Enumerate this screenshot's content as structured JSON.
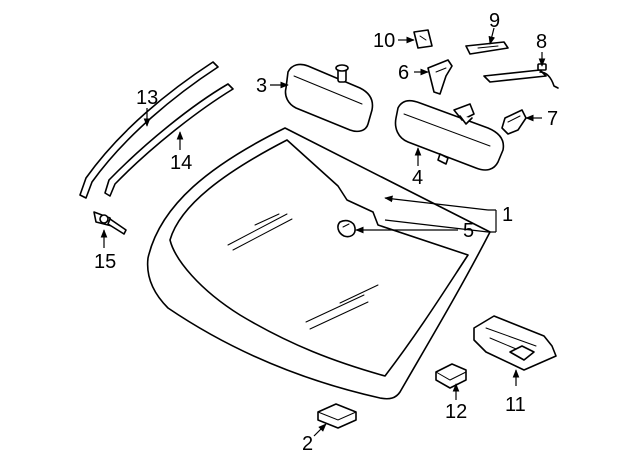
{
  "callouts": [
    {
      "id": "1",
      "label": "1"
    },
    {
      "id": "2",
      "label": "2"
    },
    {
      "id": "3",
      "label": "3"
    },
    {
      "id": "4",
      "label": "4"
    },
    {
      "id": "5",
      "label": "5"
    },
    {
      "id": "6",
      "label": "6"
    },
    {
      "id": "7",
      "label": "7"
    },
    {
      "id": "8",
      "label": "8"
    },
    {
      "id": "9",
      "label": "9"
    },
    {
      "id": "10",
      "label": "10"
    },
    {
      "id": "11",
      "label": "11"
    },
    {
      "id": "12",
      "label": "12"
    },
    {
      "id": "13",
      "label": "13"
    },
    {
      "id": "14",
      "label": "14"
    },
    {
      "id": "15",
      "label": "15"
    }
  ],
  "colors": {
    "line": "#000000",
    "background": "#ffffff"
  }
}
